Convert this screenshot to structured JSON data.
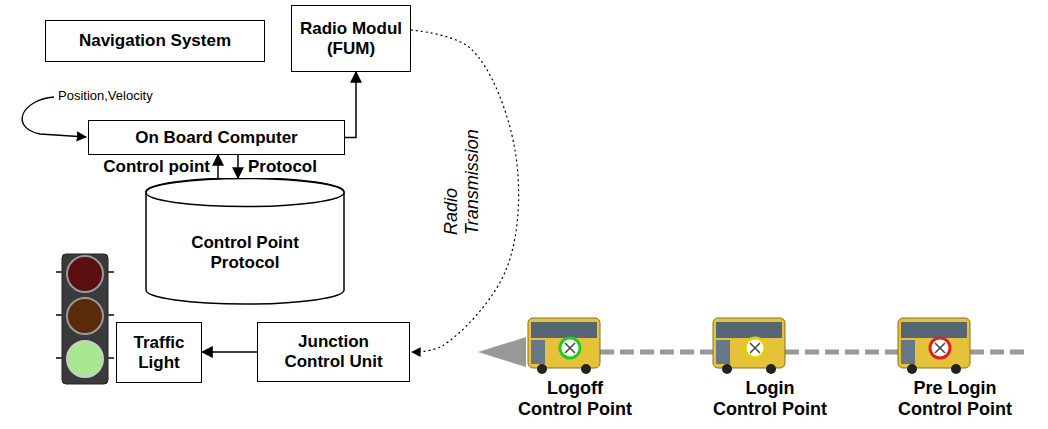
{
  "diagram": {
    "nodes": [
      {
        "text": [
          "Navigation System"
        ]
      },
      {
        "text": [
          "Radio Modul (FUM)"
        ]
      },
      {
        "text": [
          "On Board Computer"
        ]
      },
      {
        "text": [
          "Control Point Protocol"
        ]
      },
      {
        "text": [
          "Traffic Light"
        ]
      },
      {
        "text": [
          "Junction Control Unit"
        ]
      }
    ],
    "edges": [
      {
        "from": 2,
        "to": 1,
        "arrow": "to"
      },
      {
        "from": 3,
        "to": 2,
        "label": "Control point",
        "arrow": "to"
      },
      {
        "from": 2,
        "to": 3,
        "label": "Protocol",
        "arrow": "to"
      },
      {
        "from": 1,
        "to": 5,
        "label": "Radio Transmission",
        "arrow": "to"
      },
      {
        "from": 5,
        "to": 4,
        "arrow": "to"
      }
    ],
    "labels": [
      "Position,Velocity",
      "Logoff Control Point",
      "Login Control Point",
      "Pre Login Control Point"
    ]
  }
}
